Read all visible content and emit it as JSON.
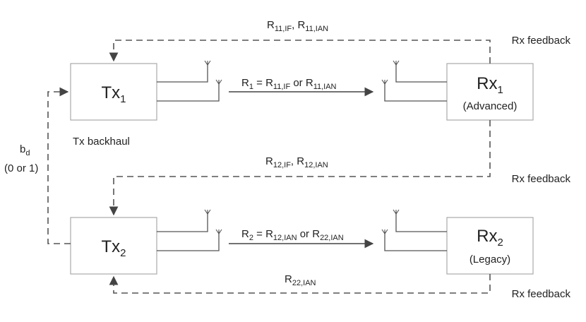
{
  "nodes": {
    "tx1": {
      "main": "Tx",
      "sub": "1"
    },
    "tx2": {
      "main": "Tx",
      "sub": "2"
    },
    "rx1": {
      "main": "Rx",
      "sub": "1",
      "caption": "(Advanced)"
    },
    "rx2": {
      "main": "Rx",
      "sub": "2",
      "caption": "(Legacy)"
    }
  },
  "links": {
    "r1": {
      "rate": "R",
      "rate_sub": "1",
      "eq": " = R",
      "a_sub": "11,IF",
      "or": " or R",
      "b_sub": "11,IAN"
    },
    "r2": {
      "rate": "R",
      "rate_sub": "2",
      "eq": " = R",
      "a_sub": "12,IAN",
      "or": " or R",
      "b_sub": "22,IAN"
    }
  },
  "feedback": {
    "fb11": {
      "r1": "R",
      "r1_sub": "11,IF",
      "sep": ", R",
      "r2_sub": "11,IAN"
    },
    "fb12": {
      "r1": "R",
      "r1_sub": "12,IF",
      "sep": ", R",
      "r2_sub": "12,IAN"
    },
    "fb22": {
      "r1": "R",
      "r1_sub": "22,IAN"
    },
    "rx_feedback_1": "Rx feedback",
    "rx_feedback_2": "Rx feedback",
    "rx_feedback_3": "Rx feedback"
  },
  "backhaul": {
    "label": "Tx backhaul",
    "bd": "b",
    "bd_sub": "d",
    "bd_values": "(0 or 1)"
  }
}
